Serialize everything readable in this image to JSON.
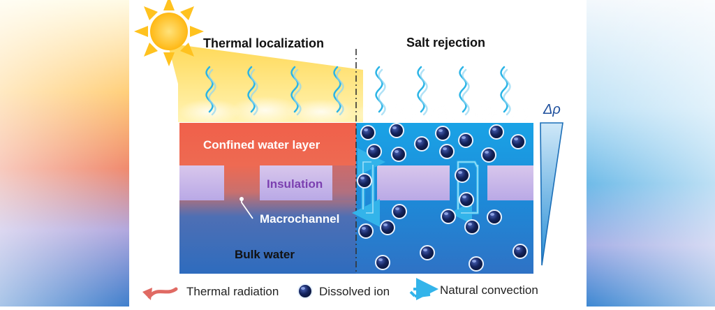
{
  "labels": {
    "thermal_localization": "Thermal localization",
    "salt_rejection": "Salt rejection",
    "confined_water_layer": "Confined water layer",
    "insulation": "Insulation",
    "macrochannel": "Macrochannel",
    "bulk_water": "Bulk water",
    "delta_rho": "Δρ"
  },
  "legend": {
    "thermal_radiation": "Thermal radiation",
    "dissolved_ion": "Dissolved ion",
    "natural_convection": "Natural convection"
  },
  "colors": {
    "confined_layer_top": "#f0624a",
    "bulk_water": "#2e6fc0",
    "salt_side": "#1a95de",
    "insulation": "#c9b6e6",
    "sun": "#ffc629",
    "ion": "#0f1c4a",
    "wave": "#2ab4e6",
    "radiation_arrow": "#e06a63"
  }
}
